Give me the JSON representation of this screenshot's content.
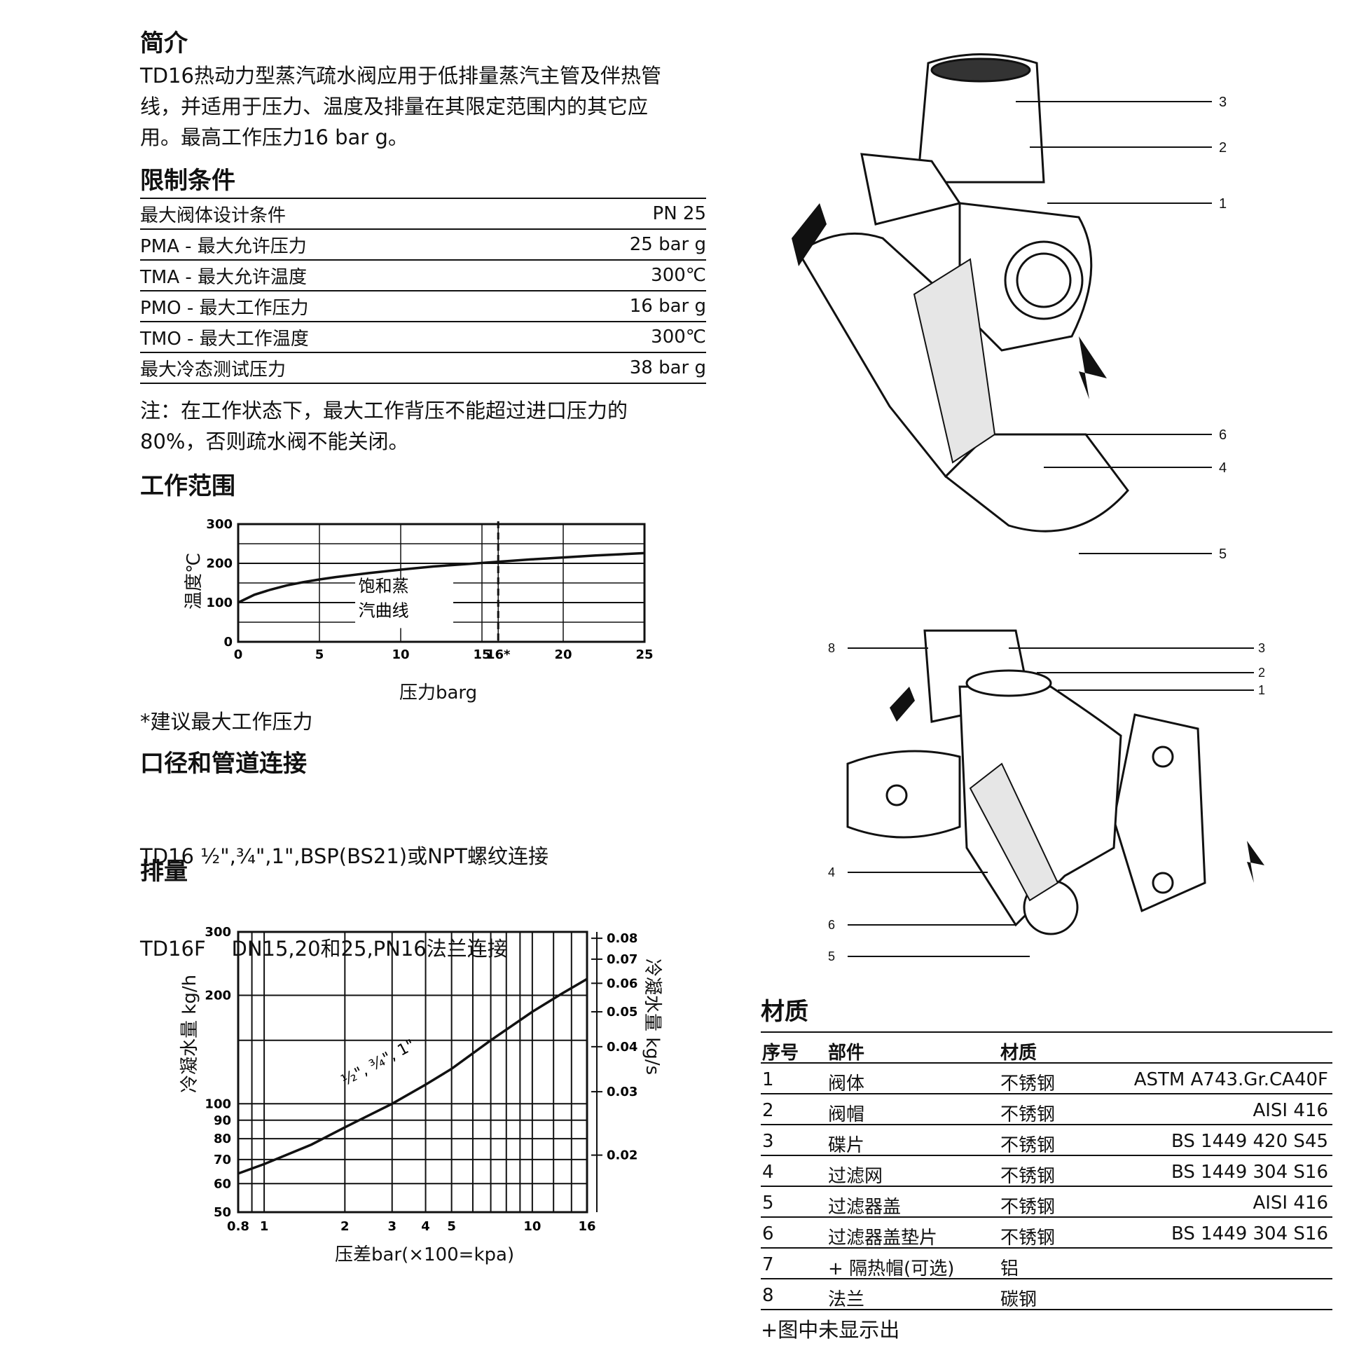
{
  "intro": {
    "heading": "简介",
    "lines": [
      "TD16热动力型蒸汽疏水阀应用于低排量蒸汽主管及伴热管",
      "线，并适用于压力、温度及排量在其限定范围内的其它应",
      "用。最高工作压力16 bar g。"
    ]
  },
  "limits": {
    "heading": "限制条件",
    "rows": [
      {
        "label": "最大阀体设计条件",
        "value": "PN 25"
      },
      {
        "label": "PMA - 最大允许压力",
        "value": "25 bar g"
      },
      {
        "label": "TMA - 最大允许温度",
        "value": "300℃"
      },
      {
        "label": "PMO - 最大工作压力",
        "value": "16 bar g"
      },
      {
        "label": "TMO - 最大工作温度",
        "value": "300℃"
      },
      {
        "label": "最大冷态测试压力",
        "value": "38 bar g"
      }
    ],
    "note_lines": [
      "注：在工作状态下，最大工作背压不能超过进口压力的",
      "80%，否则疏水阀不能关闭。"
    ]
  },
  "range": {
    "heading": "工作范围",
    "note": "*建议最大工作压力"
  },
  "connections": {
    "heading": "口径和管道连接",
    "lines": [
      "TD16 ½\",¾\",1\",BSP(BS21)或NPT螺纹连接",
      "TD16F    DN15,20和25,PN16法兰连接"
    ]
  },
  "capacity": {
    "heading": "排量"
  },
  "chart_data": [
    {
      "type": "line",
      "xlabel": "压力barg",
      "ylabel": "温度℃",
      "xlim": [
        0,
        25
      ],
      "ylim": [
        0,
        300
      ],
      "x_ticks": [
        "0",
        "5",
        "10",
        "15",
        "16*",
        "20",
        "25"
      ],
      "y_ticks": [
        "0",
        "100",
        "200",
        "300"
      ],
      "grid": true,
      "annotation": [
        "饱和蒸",
        "汽曲线"
      ],
      "series": [
        {
          "x": [
            0,
            1,
            2,
            3,
            4,
            5,
            6,
            8,
            10,
            12,
            14,
            16,
            18,
            20,
            22,
            25
          ],
          "y": [
            100,
            120,
            133,
            144,
            152,
            159,
            165,
            175,
            184,
            192,
            198,
            204,
            210,
            215,
            220,
            226
          ]
        }
      ],
      "markers": [
        {
          "x": 16,
          "style": "dashed"
        }
      ]
    },
    {
      "type": "line",
      "xlabel": "压差bar(×100=kpa)",
      "ylabel": "冷凝水量 kg/h",
      "ylabel_right": "冷凝水量 kg/s",
      "x_scale": "log",
      "y_scale": "log",
      "xlim": [
        0.8,
        16
      ],
      "ylim": [
        50,
        300
      ],
      "x_ticks": [
        "0.8",
        "1",
        "2",
        "3",
        "4",
        "5",
        "10",
        "16"
      ],
      "y_ticks": [
        "50",
        "60",
        "70",
        "80",
        "90",
        "100",
        "200",
        "300"
      ],
      "y_ticks_right": [
        "0.02",
        "0.03",
        "0.04",
        "0.05",
        "0.06",
        "0.07",
        "0.08"
      ],
      "grid": true,
      "series": [
        {
          "name": "½\", ¾\", 1\"",
          "x": [
            0.8,
            1,
            1.5,
            2,
            3,
            4,
            5,
            7,
            10,
            13,
            16
          ],
          "y": [
            64,
            68,
            77,
            86,
            100,
            113,
            125,
            150,
            180,
            203,
            222
          ]
        }
      ]
    }
  ],
  "diagram1": {
    "labels": [
      "3",
      "2",
      "1",
      "6",
      "4",
      "5"
    ]
  },
  "diagram2": {
    "labels": [
      "8",
      "3",
      "2",
      "1",
      "4",
      "6",
      "5"
    ]
  },
  "materials": {
    "heading": "材质",
    "header": {
      "no": "序号",
      "part": "部件",
      "material": "材质"
    },
    "rows": [
      {
        "no": "1",
        "part": "阀体",
        "material": "不锈钢",
        "spec": "ASTM A743.Gr.CA40F"
      },
      {
        "no": "2",
        "part": "阀帽",
        "material": "不锈钢",
        "spec": "AISI 416"
      },
      {
        "no": "3",
        "part": "碟片",
        "material": "不锈钢",
        "spec": "BS 1449 420 S45"
      },
      {
        "no": "4",
        "part": "过滤网",
        "material": "不锈钢",
        "spec": "BS 1449 304 S16"
      },
      {
        "no": "5",
        "part": "过滤器盖",
        "material": "不锈钢",
        "spec": "AISI 416"
      },
      {
        "no": "6",
        "part": "过滤器盖垫片",
        "material": "不锈钢",
        "spec": "BS 1449 304 S16"
      },
      {
        "no": "7",
        "part": "+ 隔热帽(可选)",
        "material": "铝",
        "spec": ""
      },
      {
        "no": "8",
        "part": "法兰",
        "material": "碳钢",
        "spec": ""
      }
    ],
    "footnote": "+图中未显示出"
  }
}
